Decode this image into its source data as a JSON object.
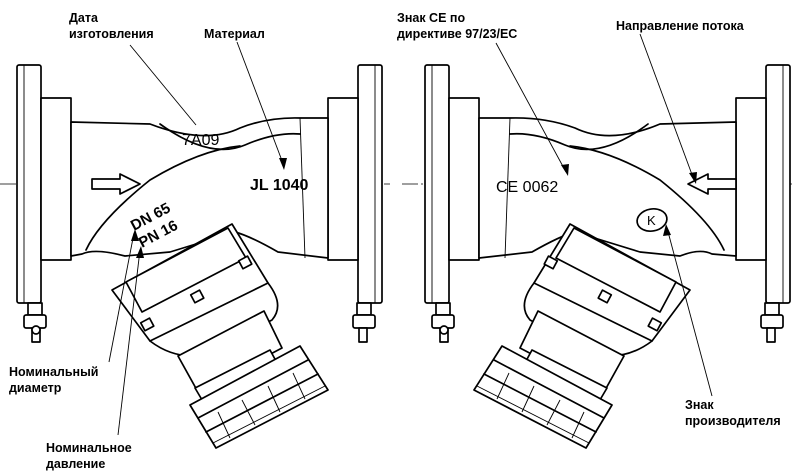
{
  "labels": {
    "manufacture_date_line1": "Дата",
    "manufacture_date_line2": "изготовления",
    "material": "Материал",
    "ce_mark_line1": "Знак CE по",
    "ce_mark_line2": "директиве 97/23/EC",
    "flow_direction": "Направление потока",
    "nominal_diameter_line1": "Номинальный",
    "nominal_diameter_line2": "диаметр",
    "nominal_pressure_line1": "Номинальное",
    "nominal_pressure_line2": "давление",
    "manufacturer_mark_line1": "Знак",
    "manufacturer_mark_line2": "производителя"
  },
  "markings": {
    "date_code": "7A09",
    "material_code": "JL 1040",
    "ce_code": "CE 0062",
    "dn": "DN 65",
    "pn": "PN 16",
    "manufacturer_logo": "K"
  }
}
